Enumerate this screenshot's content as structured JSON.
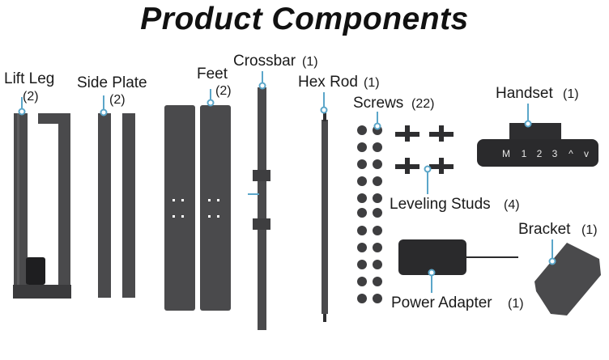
{
  "title": "Product Components",
  "components": {
    "lift_leg": {
      "name": "Lift Leg",
      "qty": "(2)"
    },
    "side_plate": {
      "name": "Side Plate",
      "qty": "(2)"
    },
    "feet": {
      "name": "Feet",
      "qty": "(2)"
    },
    "crossbar": {
      "name": "Crossbar",
      "qty": "(1)"
    },
    "hex_rod": {
      "name": "Hex Rod",
      "qty": "(1)"
    },
    "screws": {
      "name": "Screws",
      "qty": "(22)"
    },
    "handset": {
      "name": "Handset",
      "qty": "(1)",
      "buttons": [
        "M",
        "1",
        "2",
        "3",
        "^",
        "v"
      ]
    },
    "leveling_studs": {
      "name": "Leveling Studs",
      "qty": "(4)"
    },
    "bracket": {
      "name": "Bracket",
      "qty": "(1)"
    },
    "power_adapter": {
      "name": "Power Adapter",
      "qty": "(1)"
    }
  },
  "colors": {
    "part": "#4a4a4c",
    "part_dark": "#2e2e30",
    "callout": "#5ba6c9",
    "text": "#1a1a1a"
  }
}
